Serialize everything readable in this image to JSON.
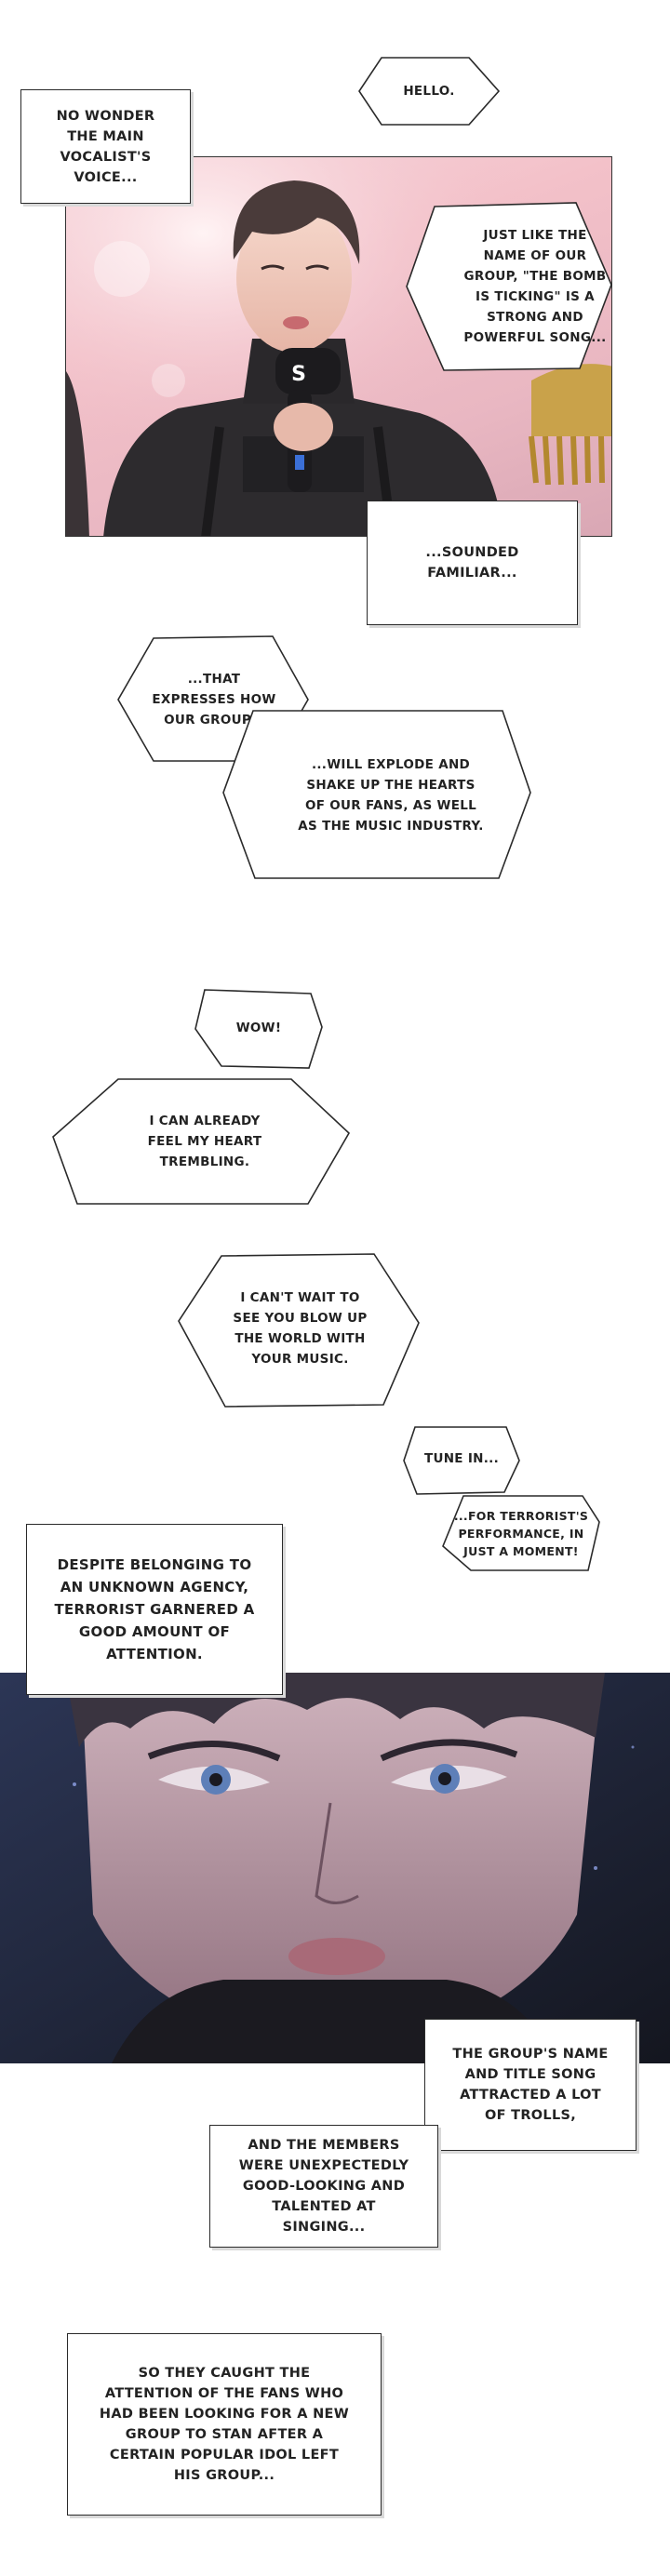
{
  "panel1": {
    "logo_text": "S",
    "bubbles": {
      "hello": "HELLO.",
      "just_like": "JUST LIKE THE NAME OF OUR GROUP, \"THE BOMB IS TICKING\" IS A STRONG AND POWERFUL SONG..."
    },
    "captions": {
      "no_wonder": "NO WONDER THE MAIN VOCALIST'S VOICE...",
      "sounded": "...SOUNDED FAMILIAR..."
    }
  },
  "section2": {
    "that_expresses": "...THAT EXPRESSES HOW OUR GROUP...",
    "will_explode": "...WILL EXPLODE AND SHAKE UP THE HEARTS OF OUR FANS, AS WELL AS THE MUSIC INDUSTRY."
  },
  "section3": {
    "wow": "WOW!",
    "trembling": "I CAN ALREADY FEEL MY HEART TREMBLING."
  },
  "section4": {
    "blow_up": "I CAN'T WAIT TO SEE YOU BLOW UP THE WORLD WITH YOUR MUSIC."
  },
  "section5": {
    "tune_in": "TUNE IN...",
    "for_terrorist": "...FOR TERRORIST'S PERFORMANCE, IN JUST A MOMENT!"
  },
  "panel2": {
    "captions": {
      "despite": "DESPITE BELONGING TO AN UNKNOWN AGENCY, TERRORIST GARNERED A GOOD AMOUNT OF ATTENTION.",
      "trolls": "THE GROUP'S NAME AND TITLE SONG ATTRACTED A LOT OF TROLLS,",
      "members": "AND THE MEMBERS WERE UNEXPECTEDLY GOOD-LOOKING AND TALENTED AT SINGING..."
    }
  },
  "section6": {
    "caught": "SO THEY CAUGHT THE ATTENTION OF THE FANS WHO HAD BEEN LOOKING FOR A NEW GROUP TO STAN AFTER A CERTAIN POPULAR IDOL LEFT HIS GROUP..."
  }
}
